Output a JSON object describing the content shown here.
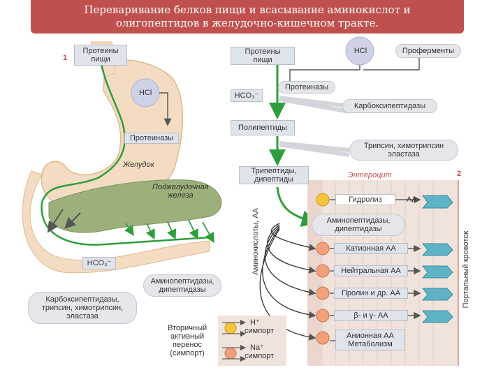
{
  "title": {
    "line1": "Переваривание белков пищи и всасывание аминокислот и",
    "line2": "олигопептидов в желудочно-кишечном тракте."
  },
  "panel1": {
    "number": "1",
    "food_proteins": "Протеины\nпищи",
    "hcl": "HCl",
    "proteinases": "Протеиназы",
    "stomach": "Желудок",
    "pancreas": "Поджелудочная\nжелеза",
    "hco3": "HCO₃⁻",
    "aminopeptidases": "Аминопептидазы,\nдипептидазы",
    "carboxy_list": "Карбоксипептидазы,\nтрипсин, химотрипсин,\nэластаза"
  },
  "panel2": {
    "number": "2",
    "food_proteins": "Протеины\nпищи",
    "hcl": "HCl",
    "proenzymes": "Проферменты",
    "hco3": "HCO₃⁻",
    "proteinases": "Протеиназы",
    "carboxypeptidases": "Карбоксипептидазы",
    "polypeptides": "Полипептиды",
    "trypsin_group": "Трипсин, химотрипсин\nэластаза",
    "tri_di": "Трипептиды,\nдипептиды",
    "enterocyte": "Энтероцит",
    "amino_acids_axis": "Аминокислоты, АА",
    "portal_vein": "Портальный кровоток",
    "hydrolysis": "Гидролиз",
    "aa": "АА",
    "amino_dipeptidases": "Аминопептидазы,\nдипептидазы",
    "transporters": [
      "Катионная АА",
      "Нейтральная АА",
      "Пролин и др. АА",
      "β- и γ- АА"
    ],
    "acidic": "Анионная АА\nМетаболизм"
  },
  "legend": {
    "secondary": "Вторичный\nактивный\nперенос\n(симпорт)",
    "h_ion": "H⁺",
    "h_symport": "симпорт",
    "na_ion": "Na⁺",
    "na_symport": "симпорт"
  },
  "colors": {
    "title_bg": "#c0504d",
    "green_arrow": "#2e9e3c",
    "stomach": "#f3dcc1",
    "pancreas": "#9bb07a",
    "enterocyte": "#f0e3dc",
    "transporter": "#f2a07b",
    "portal_arrow": "#5fb3c6",
    "h_carrier": "#f6c53b"
  }
}
